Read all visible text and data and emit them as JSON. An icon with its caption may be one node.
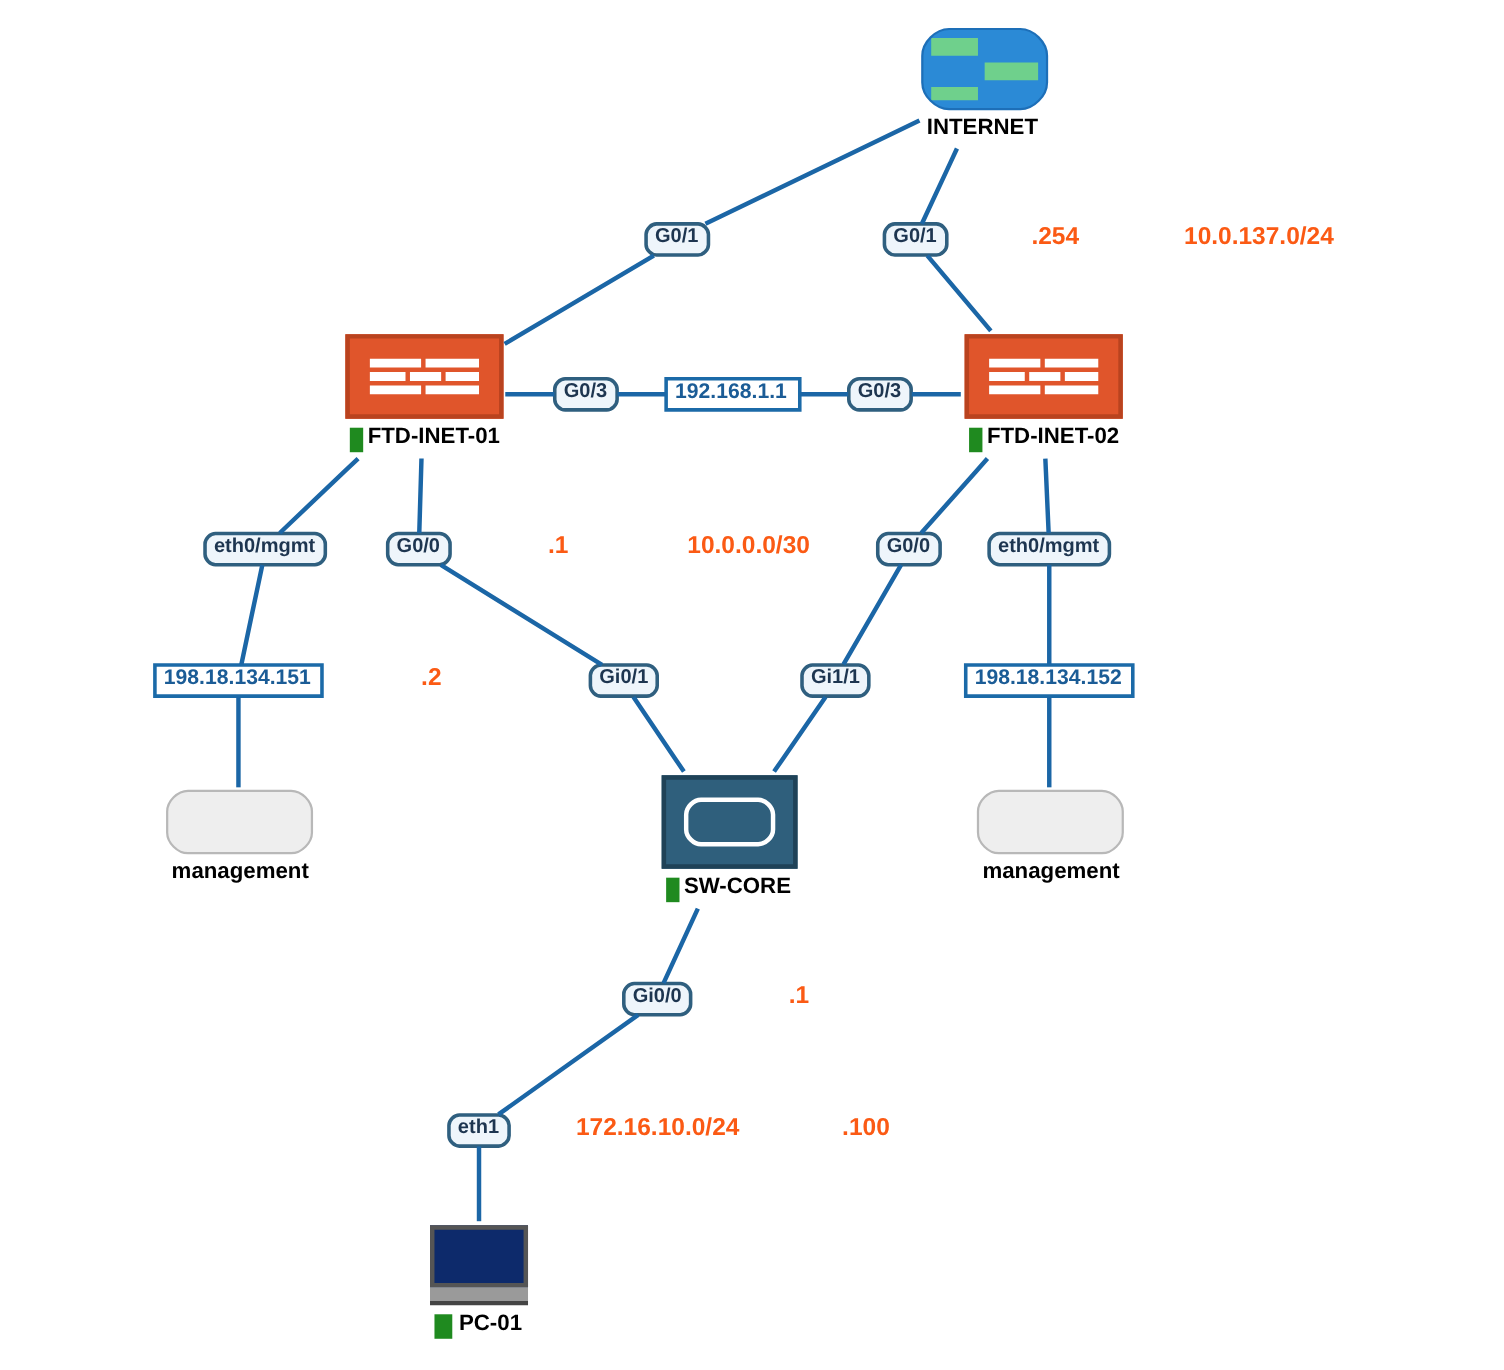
{
  "diagram": {
    "nodes": [
      {
        "text": [
          "INTERNET"
        ]
      },
      {
        "text": [
          "G0/1"
        ]
      },
      {
        "text": [
          "G0/1"
        ]
      },
      {
        "text": [
          "FTD-INET-01"
        ]
      },
      {
        "text": [
          "G0/3"
        ]
      },
      {
        "text": [
          "192.168.1.1"
        ]
      },
      {
        "text": [
          "G0/3"
        ]
      },
      {
        "text": [
          "FTD-INET-02"
        ]
      },
      {
        "text": [
          "eth0/mgmt"
        ]
      },
      {
        "text": [
          "eth0/mgmt"
        ]
      },
      {
        "text": [
          "198.18.134.151"
        ]
      },
      {
        "text": [
          "198.18.134.152"
        ]
      },
      {
        "text": [
          "G0/0"
        ]
      },
      {
        "text": [
          "G0/0"
        ]
      },
      {
        "text": [
          "management"
        ]
      },
      {
        "text": [
          "management"
        ]
      },
      {
        "text": [
          "Gi0/1"
        ]
      },
      {
        "text": [
          "Gi1/1"
        ]
      },
      {
        "text": [
          "SW-CORE"
        ]
      },
      {
        "text": [
          "Gi0/0"
        ]
      },
      {
        "text": [
          "eth1"
        ]
      },
      {
        "text": [
          "PC-01"
        ]
      }
    ],
    "edges": [
      {
        "from": 0,
        "to": 1,
        "arrow": "none"
      },
      {
        "from": 1,
        "to": 3,
        "arrow": "none"
      },
      {
        "from": 0,
        "to": 2,
        "arrow": "none"
      },
      {
        "from": 2,
        "to": 7,
        "arrow": "none"
      },
      {
        "from": 3,
        "to": 4,
        "arrow": "none"
      },
      {
        "from": 4,
        "to": 5,
        "arrow": "none"
      },
      {
        "from": 5,
        "to": 6,
        "arrow": "none"
      },
      {
        "from": 6,
        "to": 7,
        "arrow": "none"
      },
      {
        "from": 3,
        "to": 8,
        "arrow": "none"
      },
      {
        "from": 8,
        "to": 10,
        "arrow": "none"
      },
      {
        "from": 10,
        "to": 14,
        "arrow": "none"
      },
      {
        "from": 7,
        "to": 9,
        "arrow": "none"
      },
      {
        "from": 9,
        "to": 11,
        "arrow": "none"
      },
      {
        "from": 11,
        "to": 15,
        "arrow": "none"
      },
      {
        "from": 3,
        "to": 12,
        "arrow": "none"
      },
      {
        "from": 12,
        "to": 16,
        "arrow": "none"
      },
      {
        "from": 16,
        "to": 18,
        "arrow": "none"
      },
      {
        "from": 7,
        "to": 13,
        "arrow": "none"
      },
      {
        "from": 13,
        "to": 17,
        "arrow": "none"
      },
      {
        "from": 17,
        "to": 18,
        "arrow": "none"
      },
      {
        "from": 18,
        "to": 19,
        "arrow": "none"
      },
      {
        "from": 19,
        "to": 20,
        "arrow": "none"
      },
      {
        "from": 20,
        "to": 21,
        "arrow": "none"
      }
    ],
    "labels": [
      ".254",
      "10.0.137.0/24",
      "10.0.0.0/30",
      ".1",
      ".2",
      ".1",
      "172.16.10.0/24",
      ".100"
    ]
  }
}
